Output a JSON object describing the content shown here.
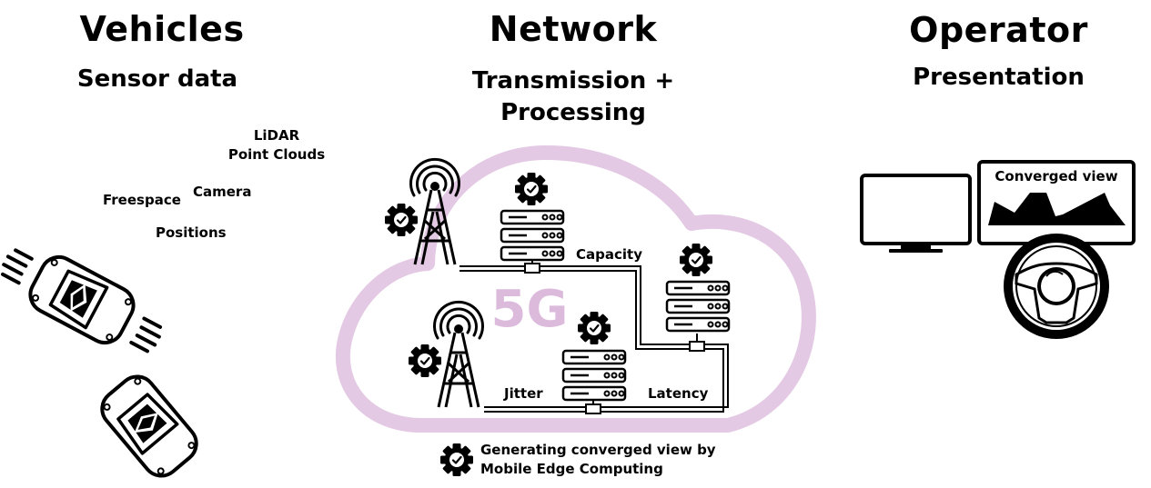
{
  "columns": {
    "vehicles": {
      "title": "Vehicles",
      "subtitle": "Sensor data"
    },
    "network": {
      "title": "Network",
      "subtitle_line1": "Transmission +",
      "subtitle_line2": "Processing"
    },
    "operator": {
      "title": "Operator",
      "subtitle": "Presentation"
    }
  },
  "sensor_labels": {
    "lidar_line1": "LiDAR",
    "lidar_line2": "Point Clouds",
    "camera": "Camera",
    "freespace": "Freespace",
    "positions": "Positions"
  },
  "network_labels": {
    "cloud_badge": "5G",
    "capacity": "Capacity",
    "jitter": "Jitter",
    "latency": "Latency"
  },
  "operator_labels": {
    "converged_view": "Converged view"
  },
  "legend": {
    "line1": "Generating converged view by",
    "line2": "Mobile Edge Computing"
  },
  "colors": {
    "cloud": "#e4c9e4",
    "badge": "#dcbadc",
    "ink": "#000000"
  },
  "icons": [
    "car-icon",
    "radio-tower-icon",
    "server-rack-icon",
    "gear-check-icon",
    "monitor-icon",
    "steering-wheel-icon"
  ]
}
